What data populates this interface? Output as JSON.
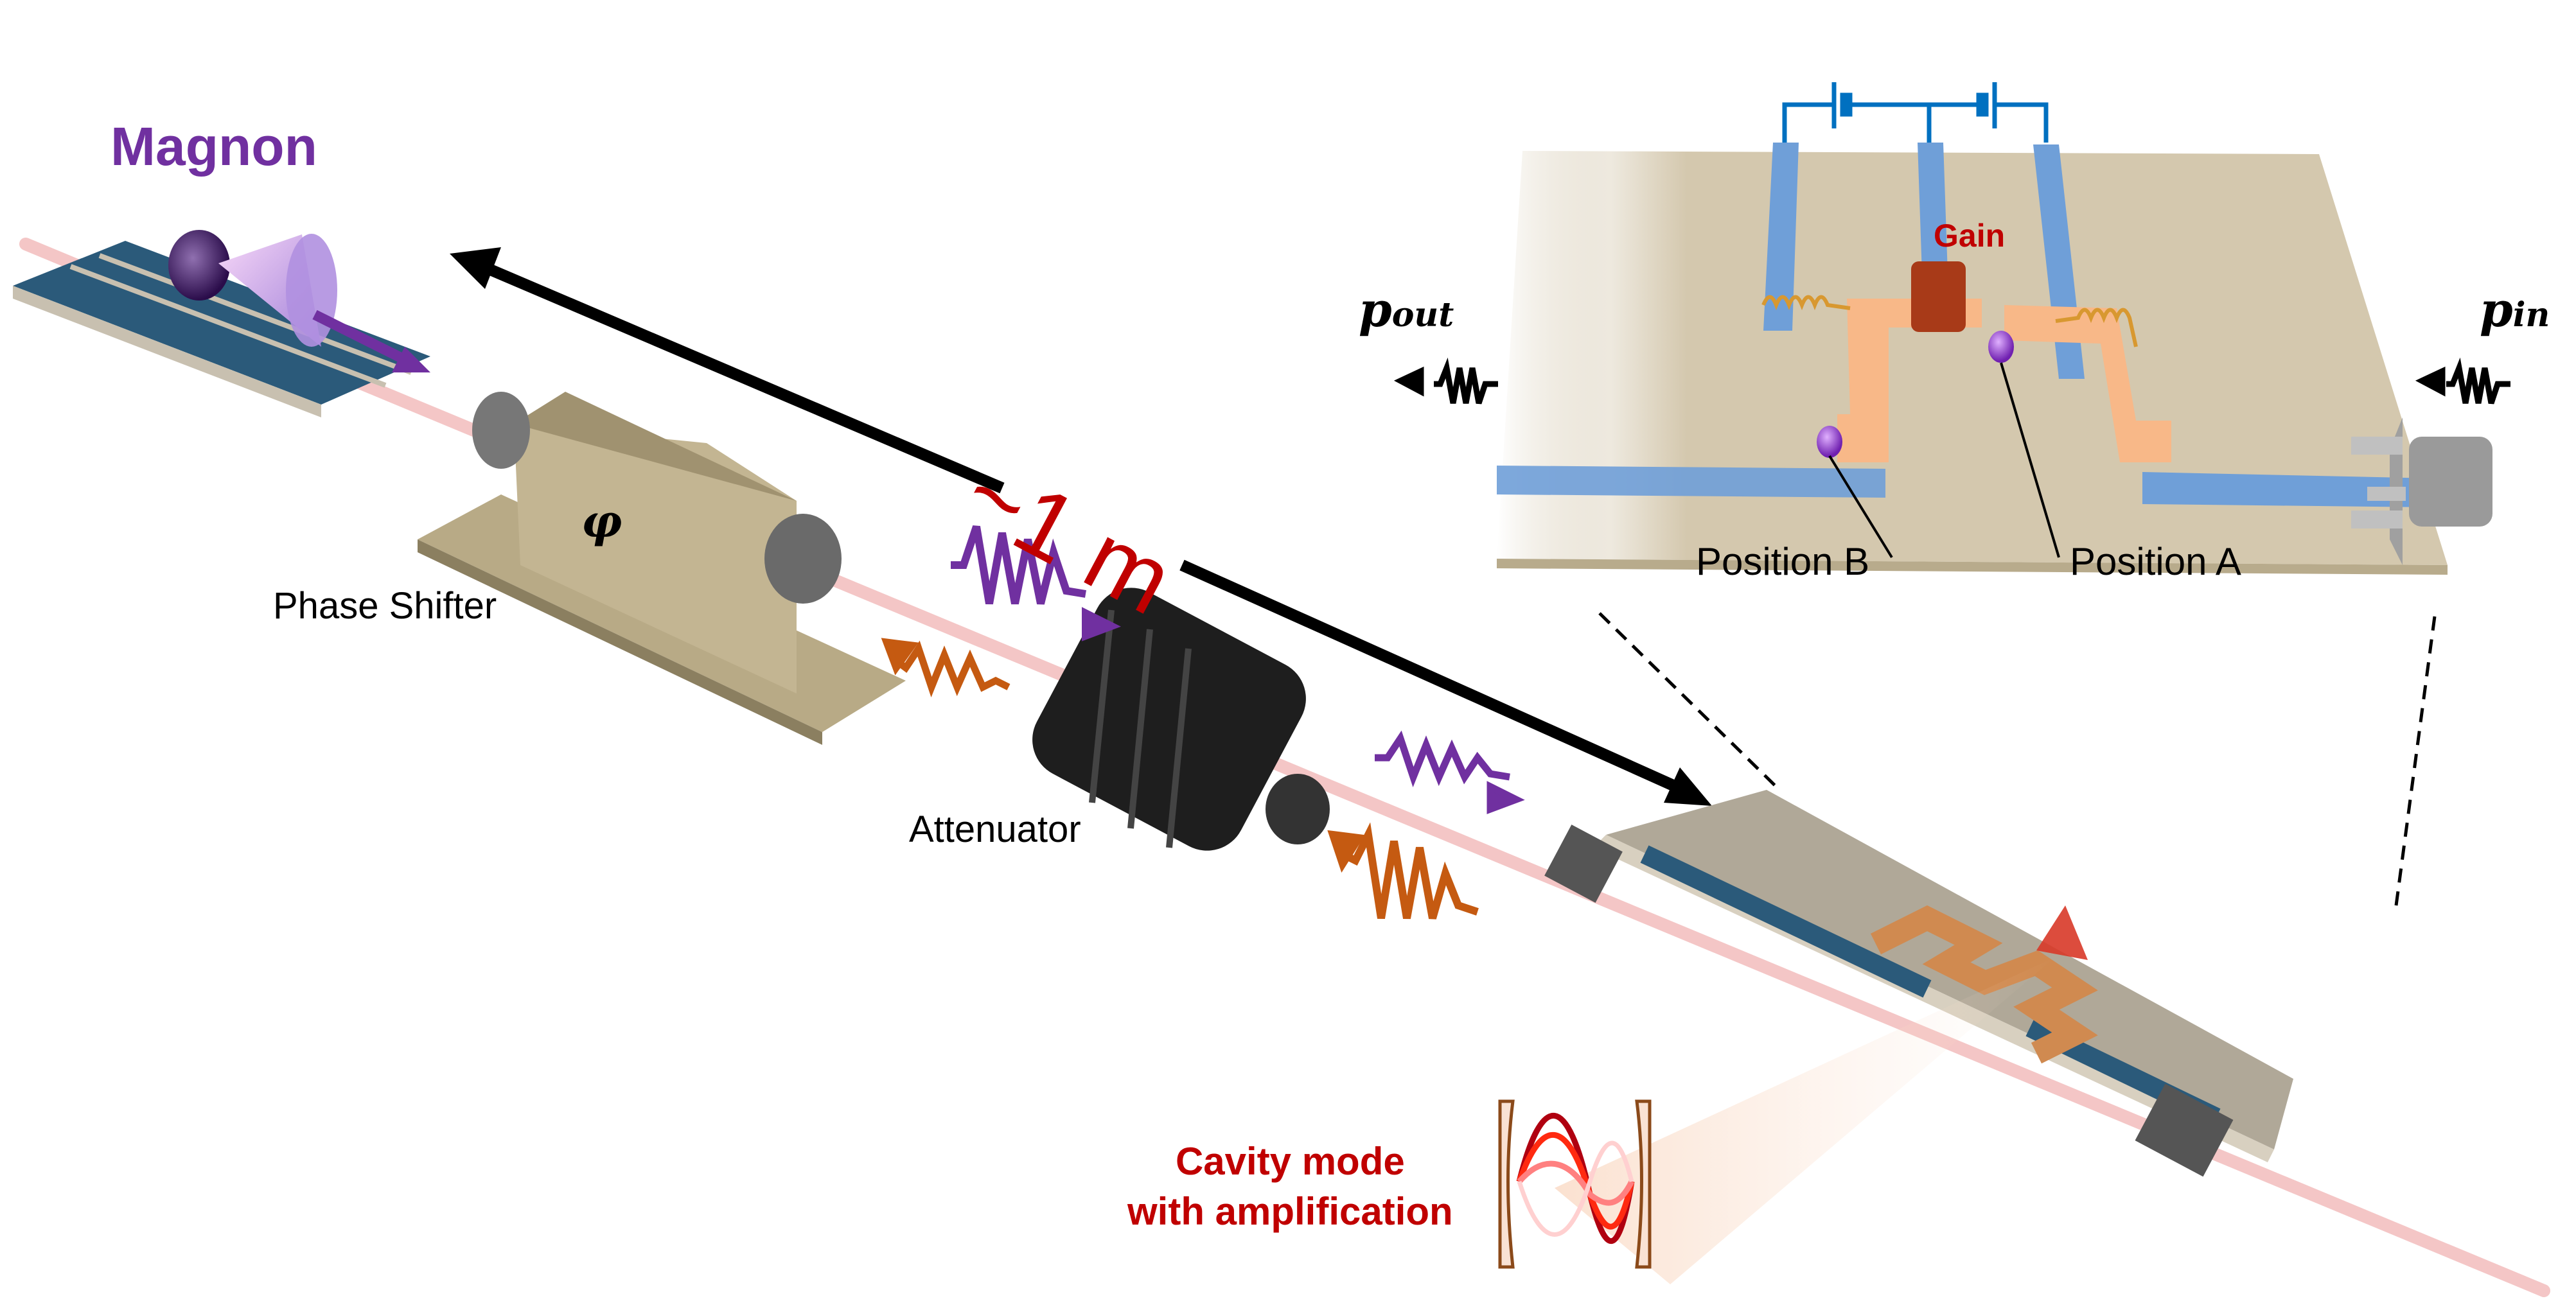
{
  "labels": {
    "magnon": "Magnon",
    "phase_shifter": "Phase Shifter",
    "phase_symbol": "φ",
    "attenuator": "Attenuator",
    "distance": "~1 m",
    "gain": "Gain",
    "position_b": "Position B",
    "position_a": "Position A",
    "p_out_main": "p",
    "p_out_sub": "out",
    "p_in_main": "p",
    "p_in_sub": "in",
    "cavity_line1": "Cavity mode",
    "cavity_line2": "with amplification"
  },
  "colors": {
    "magnon_purple": "#7030a0",
    "signal_orange": "#c55a11",
    "label_red": "#c00000",
    "circuit_blue": "#0070c0",
    "stripline_blue": "#6f9fd8",
    "board_tan": "#d4c8ae",
    "copper_orange": "#f8b888",
    "cable_pink": "#f4c6c6"
  },
  "components": [
    "magnon-sample",
    "phase-shifter",
    "attenuator",
    "gain-circuit-board"
  ]
}
